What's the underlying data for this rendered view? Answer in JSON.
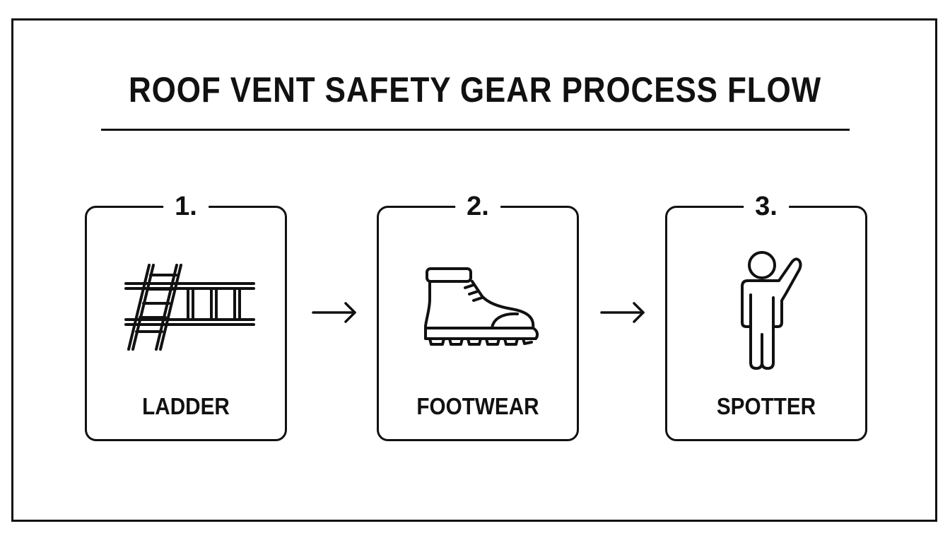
{
  "title": "ROOF VENT SAFETY GEAR PROCESS FLOW",
  "steps": [
    {
      "number": "1.",
      "label": "LADDER",
      "icon": "ladder-icon"
    },
    {
      "number": "2.",
      "label": "FOOTWEAR",
      "icon": "boot-icon"
    },
    {
      "number": "3.",
      "label": "SPOTTER",
      "icon": "spotter-person-icon"
    }
  ],
  "connectors": [
    "arrow-right-icon",
    "arrow-right-icon"
  ],
  "colors": {
    "stroke": "#111111",
    "background": "#ffffff"
  }
}
